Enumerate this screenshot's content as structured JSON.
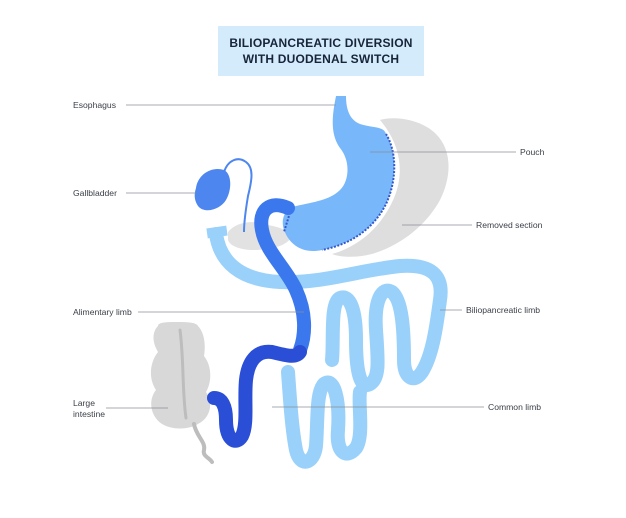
{
  "title": {
    "line1": "BILIOPANCREATIC DIVERSION",
    "line2": "WITH DUODENAL SWITCH"
  },
  "labels": {
    "esophagus": "Esophagus",
    "gallbladder": "Gallbladder",
    "alimentary_limb": "Alimentary limb",
    "large_intestine_1": "Large",
    "large_intestine_2": "intestine",
    "pouch": "Pouch",
    "removed_section": "Removed section",
    "biliopancreatic_limb": "Biliopancreatic limb",
    "common_limb": "Common limb"
  },
  "colors": {
    "title_bg": "#d3ebfb",
    "stomach": "#78b8fa",
    "removed": "#dedede",
    "pale_limb": "#99d1fb",
    "alimentary": "#3b78ee",
    "dark_limb": "#2a4fd6",
    "gallbladder": "#4d86ef",
    "gray_organ": "#d8d8d8",
    "leader_line": "#8a8f96"
  }
}
